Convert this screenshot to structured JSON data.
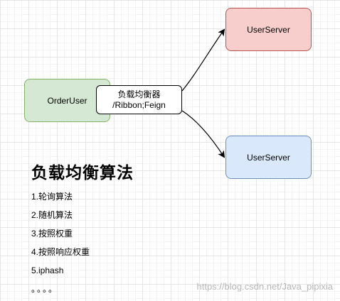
{
  "diagram": {
    "nodes": {
      "order_user": "OrderUser",
      "user_server_top": "UserServer",
      "user_server_bottom": "UserServer"
    },
    "load_balancer": {
      "line1": "负载均衡器",
      "line2": "/Ribbon;Feign"
    },
    "edges": [
      {
        "from": "load_balancer",
        "to": "user_server_top"
      },
      {
        "from": "load_balancer",
        "to": "user_server_bottom"
      }
    ],
    "colors": {
      "order_fill": "#d5e8d4",
      "order_stroke": "#82b366",
      "top_fill": "#f8cecc",
      "top_stroke": "#b85450",
      "bottom_fill": "#dae8fc",
      "bottom_stroke": "#6c8ebf"
    }
  },
  "section": {
    "title": "负载均衡算法",
    "algorithms": [
      "1.轮询算法",
      "2.随机算法",
      "3.按照权重",
      "4.按照响应权重",
      "5.iphash"
    ],
    "ellipsis": "。。。。"
  },
  "watermark": "https://blog.csdn.net/Java_pipixia"
}
